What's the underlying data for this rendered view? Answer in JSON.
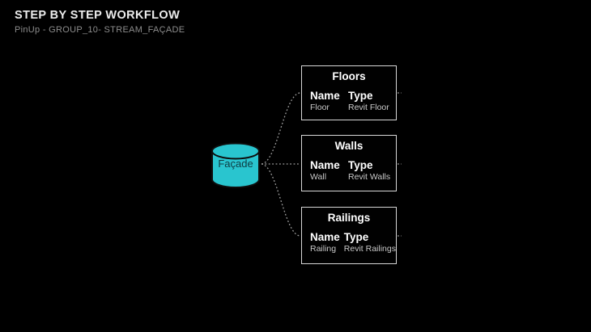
{
  "header": {
    "title": "STEP BY STEP WORKFLOW",
    "subtitle": "PinUp - GROUP_10- STREAM_FAÇADE"
  },
  "source_node": {
    "label": "Façade",
    "shape": "database-cylinder"
  },
  "nodes": [
    {
      "title": "Floors",
      "columns": [
        {
          "header": "Name",
          "value": "Floor"
        },
        {
          "header": "Type",
          "value": "Revit Floor"
        }
      ]
    },
    {
      "title": "Walls",
      "columns": [
        {
          "header": "Name",
          "value": "Wall"
        },
        {
          "header": "Type",
          "value": "Revit Walls"
        }
      ]
    },
    {
      "title": "Railings",
      "columns": [
        {
          "header": "Name",
          "value": "Railing"
        },
        {
          "header": "Type",
          "value": "Revit Railings"
        }
      ]
    }
  ],
  "colors": {
    "background": "#000000",
    "accent_cyan": "#29c5cf",
    "cylinder_text": "#0e3b41",
    "box_border": "#d8d8d8",
    "connector_dots": "#9e9e9e",
    "title_text": "#ececec",
    "subtitle_text": "#8d8d8d",
    "value_text": "#c9c9c9"
  }
}
